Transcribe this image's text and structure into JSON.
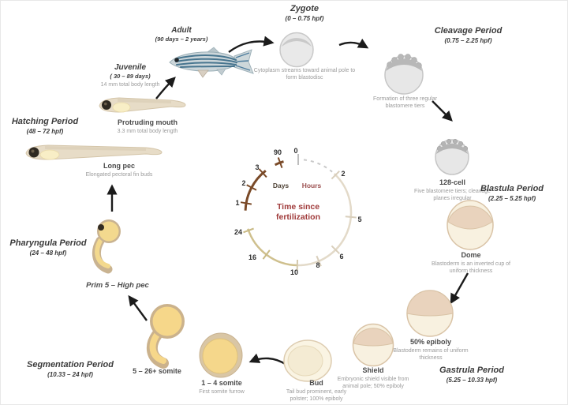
{
  "diagram": {
    "subject": "Zebrafish development life cycle"
  },
  "clock": {
    "title": "Time since fertilization",
    "days_label": "Days",
    "hours_label": "Hours",
    "labels": [
      "0",
      "2",
      "5",
      "6",
      "8",
      "10",
      "16",
      "24",
      "1",
      "2",
      "3",
      "90"
    ],
    "colors": {
      "title_red": "#a03b3b",
      "days_arc_brown": "#7a4a28",
      "hours_arc_beige": "#e3dac9",
      "late_hours_arc_tan": "#cfc08e"
    }
  },
  "periods": {
    "zygote": {
      "name": "Zygote",
      "range": "(0 – 0.75 hpf)",
      "caption": "Cytoplasm streams toward animal pole to form blastodisc"
    },
    "cleavage": {
      "name": "Cleavage Period",
      "range": "(0.75 – 2.25 hpf)",
      "caption": "Formation of three regular blastomere tiers"
    },
    "blastula": {
      "name": "Blastula Period",
      "range": "(2.25 – 5.25 hpf)"
    },
    "gastrula": {
      "name": "Gastrula Period",
      "range": "(5.25 – 10.33 hpf)"
    },
    "segmentation": {
      "name": "Segmentation Period",
      "range": "(10.33 – 24 hpf)"
    },
    "pharyngula": {
      "name": "Pharyngula Period",
      "range": "(24 – 48 hpf)"
    },
    "hatching": {
      "name": "Hatching Period",
      "range": "(48 – 72 hpf)"
    }
  },
  "stages": {
    "cell128": {
      "name": "128-cell",
      "caption": "Five blastomere tiers; cleavage planes irregular"
    },
    "dome": {
      "name": "Dome",
      "caption": "Blastoderm is an inverted cup of uniform thickness"
    },
    "epiboly50": {
      "name": "50% epiboly",
      "caption": "Blastoderm remains of uniform thickness"
    },
    "shield": {
      "name": "Shield",
      "caption": "Embryonic shield visible from animal pole; 50% epiboly"
    },
    "bud": {
      "name": "Bud",
      "caption": "Tail bud prominent, early polster; 100% epiboly"
    },
    "somite14": {
      "name": "1 – 4 somite",
      "caption": "First somite furrow"
    },
    "somite526": {
      "name": "5 – 26+ somite"
    },
    "prim5": {
      "name": "Prim 5 – High pec"
    },
    "longpec": {
      "name": "Long pec",
      "caption": "Elongated pectoral fin buds"
    },
    "protruding": {
      "name": "Protruding mouth",
      "caption": "3.3 mm total body length"
    },
    "juvenile": {
      "name": "Juvenile",
      "range": "( 30 – 89 days)",
      "caption": "14 mm total body length"
    },
    "adult": {
      "name": "Adult",
      "range": "(90 days – 2 years)"
    }
  }
}
